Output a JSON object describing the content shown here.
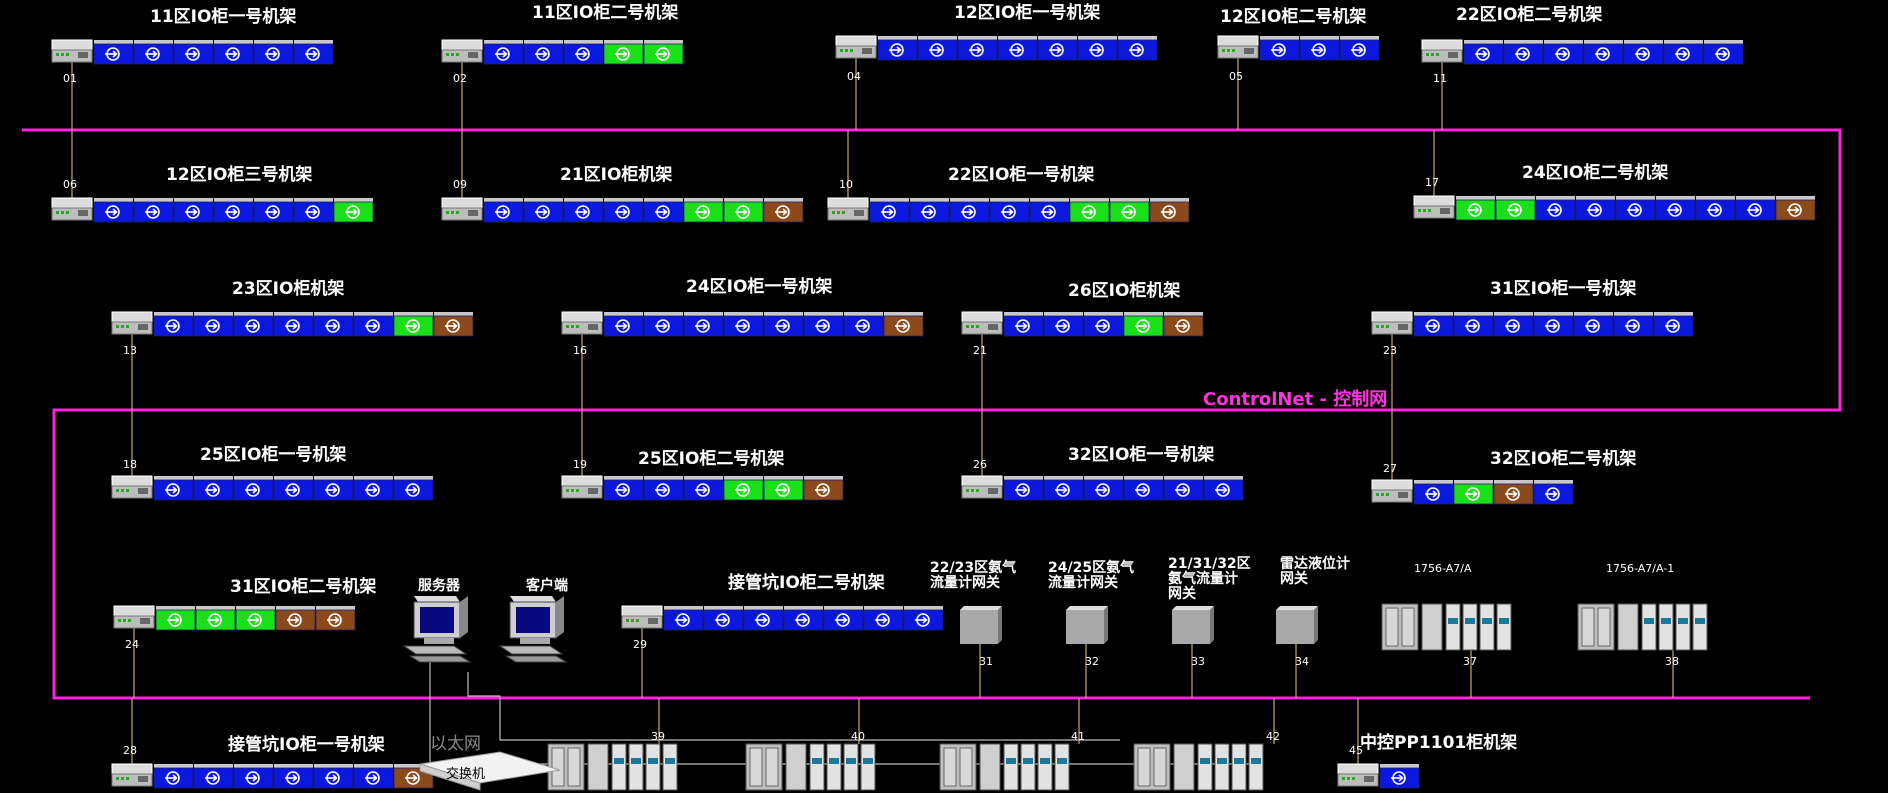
{
  "colors": {
    "controlnet": "#ff22dd",
    "module_blue": "#0a18e0",
    "module_green": "#19e019",
    "module_brown": "#8a4a1c",
    "ethernet_line": "#bbbbbb",
    "background": "#000000"
  },
  "controlnet_label": "ControlNet - 控制网",
  "ethernet_label": "以太网",
  "switch_label": "交换机",
  "server_label": "服务器",
  "client_label": "客户端",
  "racks": [
    {
      "id": "r01",
      "title": "11区IO柜一号机架",
      "node": "01",
      "modules": [
        "b",
        "b",
        "b",
        "b",
        "b",
        "b"
      ]
    },
    {
      "id": "r02",
      "title": "11区IO柜二号机架",
      "node": "02",
      "modules": [
        "b",
        "b",
        "b",
        "g",
        "g"
      ]
    },
    {
      "id": "r04",
      "title": "12区IO柜一号机架",
      "node": "04",
      "modules": [
        "b",
        "b",
        "b",
        "b",
        "b",
        "b",
        "b"
      ]
    },
    {
      "id": "r05",
      "title": "12区IO柜二号机架",
      "node": "05",
      "modules": [
        "b",
        "b",
        "b"
      ]
    },
    {
      "id": "r11",
      "title": "22区IO柜二号机架",
      "node": "11",
      "modules": [
        "b",
        "b",
        "b",
        "b",
        "b",
        "b",
        "b"
      ]
    },
    {
      "id": "r06",
      "title": "12区IO柜三号机架",
      "node": "06",
      "modules": [
        "b",
        "b",
        "b",
        "b",
        "b",
        "b",
        "g"
      ]
    },
    {
      "id": "r09",
      "title": "21区IO柜机架",
      "node": "09",
      "modules": [
        "b",
        "b",
        "b",
        "b",
        "b",
        "g",
        "g",
        "r"
      ]
    },
    {
      "id": "r10",
      "title": "22区IO柜一号机架",
      "node": "10",
      "modules": [
        "b",
        "b",
        "b",
        "b",
        "b",
        "g",
        "g",
        "r"
      ]
    },
    {
      "id": "r17",
      "title": "24区IO柜二号机架",
      "node": "17",
      "modules": [
        "g",
        "g",
        "b",
        "b",
        "b",
        "b",
        "b",
        "b",
        "r"
      ]
    },
    {
      "id": "r13",
      "title": "23区IO柜机架",
      "node": "13",
      "modules": [
        "b",
        "b",
        "b",
        "b",
        "b",
        "b",
        "g",
        "r"
      ]
    },
    {
      "id": "r16",
      "title": "24区IO柜一号机架",
      "node": "16",
      "modules": [
        "b",
        "b",
        "b",
        "b",
        "b",
        "b",
        "b",
        "r"
      ]
    },
    {
      "id": "r21",
      "title": "26区IO柜机架",
      "node": "21",
      "modules": [
        "b",
        "b",
        "b",
        "g",
        "r"
      ]
    },
    {
      "id": "r23",
      "title": "31区IO柜一号机架",
      "node": "23",
      "modules": [
        "b",
        "b",
        "b",
        "b",
        "b",
        "b",
        "b"
      ]
    },
    {
      "id": "r18",
      "title": "25区IO柜一号机架",
      "node": "18",
      "modules": [
        "b",
        "b",
        "b",
        "b",
        "b",
        "b",
        "b"
      ]
    },
    {
      "id": "r19",
      "title": "25区IO柜二号机架",
      "node": "19",
      "modules": [
        "b",
        "b",
        "b",
        "g",
        "g",
        "r"
      ]
    },
    {
      "id": "r26",
      "title": "32区IO柜一号机架",
      "node": "26",
      "modules": [
        "b",
        "b",
        "b",
        "b",
        "b",
        "b"
      ]
    },
    {
      "id": "r27",
      "title": "32区IO柜二号机架",
      "node": "27",
      "modules": [
        "b",
        "g",
        "r",
        "b"
      ]
    },
    {
      "id": "r24",
      "title": "31区IO柜二号机架",
      "node": "24",
      "modules": [
        "g",
        "g",
        "g",
        "r",
        "r"
      ]
    },
    {
      "id": "r29",
      "title": "接管坑IO柜二号机架",
      "node": "29",
      "modules": [
        "b",
        "b",
        "b",
        "b",
        "b",
        "b",
        "b"
      ]
    },
    {
      "id": "r28",
      "title": "接管坑IO柜一号机架",
      "node": "28",
      "modules": [
        "b",
        "b",
        "b",
        "b",
        "b",
        "b",
        "r"
      ]
    },
    {
      "id": "r45",
      "title": "中控PP1101柜机架",
      "node": "45",
      "modules": [
        "b"
      ]
    }
  ],
  "gateways": [
    {
      "id": "g31",
      "label_lines": [
        "22/23区氨气",
        "流量计网关"
      ],
      "node": "31"
    },
    {
      "id": "g32",
      "label_lines": [
        "24/25区氨气",
        "流量计网关"
      ],
      "node": "32"
    },
    {
      "id": "g33",
      "label_lines": [
        "21/31/32区",
        "氨气流量计",
        "网关"
      ],
      "node": "33"
    },
    {
      "id": "g34",
      "label_lines": [
        "雷达液位计",
        "网关"
      ],
      "node": "34"
    }
  ],
  "plcs": [
    {
      "id": "p37",
      "label": "1756-A7/A",
      "node": "37"
    },
    {
      "id": "p38",
      "label": "1756-A7/A-1",
      "node": "38"
    },
    {
      "id": "p39",
      "label": "",
      "node": "39"
    },
    {
      "id": "p40",
      "label": "",
      "node": "40"
    },
    {
      "id": "p41",
      "label": "",
      "node": "41"
    },
    {
      "id": "p42",
      "label": "",
      "node": "42"
    }
  ]
}
